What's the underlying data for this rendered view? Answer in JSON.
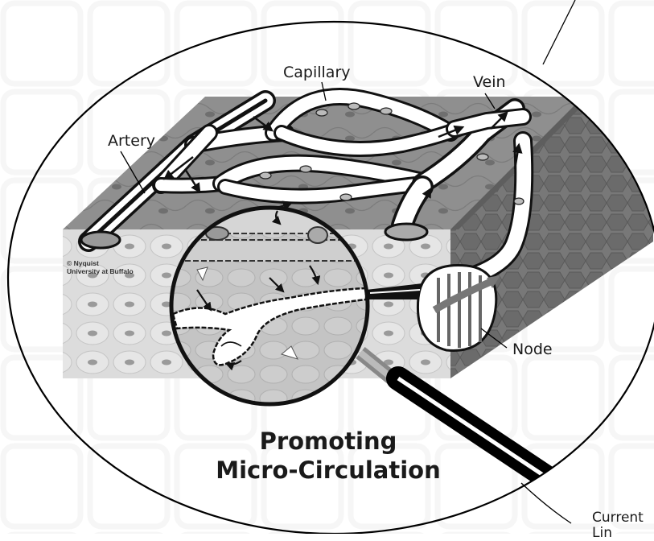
{
  "labels": {
    "capillary": "Capillary",
    "vein": "Vein",
    "artery": "Artery",
    "node": "Node",
    "current": "Current",
    "current_cut": "Lin"
  },
  "title": {
    "line1": "Promoting",
    "line2": "Micro-Circulation"
  },
  "credit": {
    "line1": "© Nyquist",
    "line2": "University at Buffalo"
  },
  "colors": {
    "tissue_top": "#8e8e8e",
    "tissue_front": "#d8d8d8",
    "tissue_side": "#7a7a7a",
    "vessel": "#ffffff",
    "lens_fill": "#bdbdbd",
    "handle": "#000000"
  }
}
